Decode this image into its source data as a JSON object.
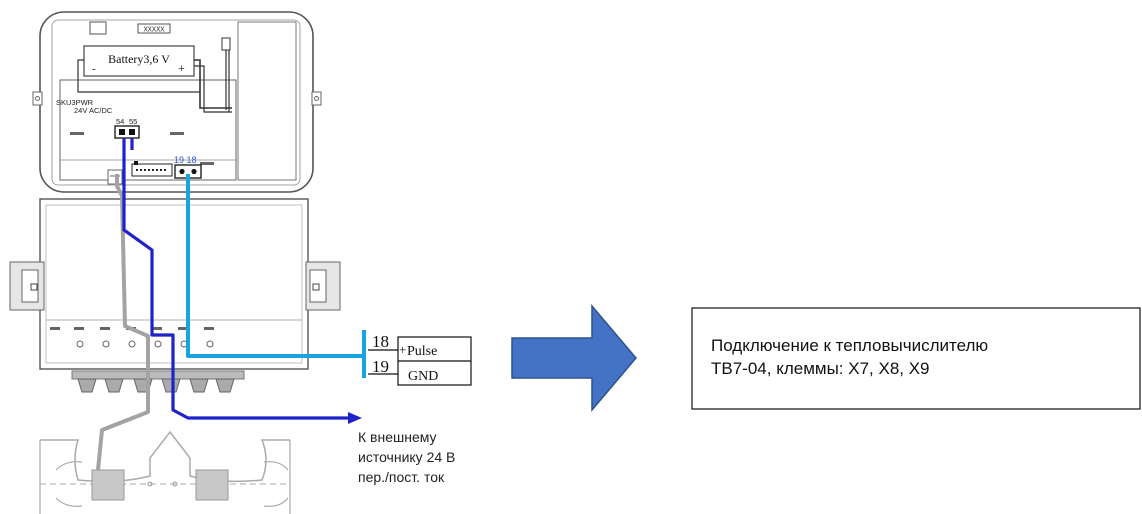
{
  "device": {
    "top_chip_label": "XXXXX",
    "battery_label": "Battery3,6 V",
    "battery_minus": "-",
    "battery_plus": "+",
    "module_label": "SKU3PWR",
    "power_label": "24V  AC/DC",
    "power_terminal_left": "54",
    "power_terminal_right": "55",
    "pulse_terminals_label": "19 18"
  },
  "terminal_block": {
    "top_number": "18",
    "bottom_number": "19",
    "top_plus": "+",
    "top_signal": "Pulse",
    "bottom_signal": "GND"
  },
  "external_source_note": {
    "line1": "К внешнему",
    "line2": "источнику 24 В",
    "line3": "пер./пост. ток"
  },
  "connection_box": {
    "line1": "Подключение к тепловычислителю",
    "line2": "ТВ7-04, клеммы: Х7, Х8, Х9"
  },
  "colors": {
    "wire_dark_blue": "#1f22c9",
    "wire_light_blue": "#19a4e0",
    "wire_gray": "#a0a0a0",
    "arrow_fill": "#4472c4",
    "arrow_stroke": "#2f528f",
    "outline": "#555555"
  }
}
